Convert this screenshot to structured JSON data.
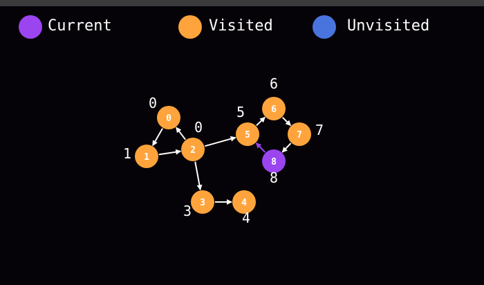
{
  "legend": {
    "current": {
      "label": "Current",
      "color": "#9b45f0"
    },
    "visited": {
      "label": "Visited",
      "color": "#ffa43c"
    },
    "unvisited": {
      "label": "Unvisited",
      "color": "#4a74dd"
    }
  },
  "graph": {
    "edge_color": "#ffffff",
    "active_edge_color": "#9b45f0",
    "nodes": [
      {
        "id": "0",
        "label": "0",
        "distance": "0",
        "state": "visited"
      },
      {
        "id": "1",
        "label": "1",
        "distance": "1",
        "state": "visited"
      },
      {
        "id": "2",
        "label": "2",
        "distance": "0",
        "state": "visited"
      },
      {
        "id": "3",
        "label": "3",
        "distance": "3",
        "state": "visited"
      },
      {
        "id": "4",
        "label": "4",
        "distance": "4",
        "state": "visited"
      },
      {
        "id": "5",
        "label": "5",
        "distance": "5",
        "state": "visited"
      },
      {
        "id": "6",
        "label": "6",
        "distance": "6",
        "state": "visited"
      },
      {
        "id": "7",
        "label": "7",
        "distance": "7",
        "state": "visited"
      },
      {
        "id": "8",
        "label": "8",
        "distance": "8",
        "state": "current"
      }
    ],
    "edges": [
      {
        "from": "0",
        "to": "1",
        "active": false
      },
      {
        "from": "1",
        "to": "2",
        "active": false
      },
      {
        "from": "2",
        "to": "0",
        "active": false
      },
      {
        "from": "2",
        "to": "5",
        "active": false
      },
      {
        "from": "2",
        "to": "3",
        "active": false
      },
      {
        "from": "3",
        "to": "4",
        "active": false
      },
      {
        "from": "5",
        "to": "6",
        "active": false
      },
      {
        "from": "6",
        "to": "7",
        "active": false
      },
      {
        "from": "7",
        "to": "8",
        "active": false
      },
      {
        "from": "8",
        "to": "5",
        "active": true
      }
    ]
  }
}
